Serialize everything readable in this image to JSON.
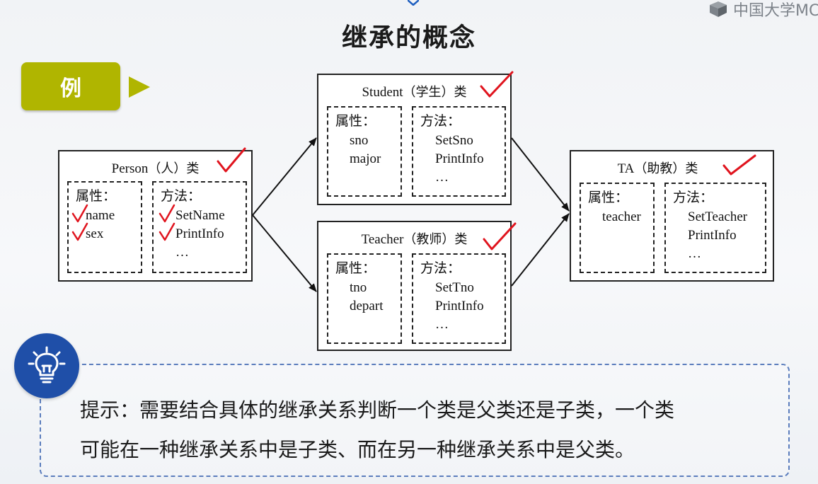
{
  "logo": {
    "text": "中国大学MC"
  },
  "title": "继承的概念",
  "example_label": "例",
  "classes": {
    "person": {
      "name": "Person",
      "zh": "（人）类",
      "attr_head": "属性：",
      "attrs": [
        "name",
        "sex"
      ],
      "method_head": "方法：",
      "methods": [
        "SetName",
        "PrintInfo",
        "…"
      ]
    },
    "student": {
      "name": "Student",
      "zh": "（学生）类",
      "attr_head": "属性：",
      "attrs": [
        "sno",
        "major"
      ],
      "method_head": "方法：",
      "methods": [
        "SetSno",
        "PrintInfo",
        "…"
      ]
    },
    "teacher": {
      "name": "Teacher",
      "zh": "（教师）类",
      "attr_head": "属性：",
      "attrs": [
        "tno",
        "depart"
      ],
      "method_head": "方法：",
      "methods": [
        "SetTno",
        "PrintInfo",
        "…"
      ]
    },
    "ta": {
      "name": "TA",
      "zh": "（助教）类",
      "attr_head": "属性：",
      "attrs": [
        "teacher"
      ],
      "method_head": "方法：",
      "methods": [
        "SetTeacher",
        "PrintInfo",
        "…"
      ]
    }
  },
  "hint": {
    "line1": "提示：需要结合具体的继承关系判断一个类是父类还是子类，一个类",
    "line2": "可能在一种继承关系中是子类、而在另一种继承关系中是父类。"
  },
  "colors": {
    "tag": "#b0b500",
    "check": "#e0141e",
    "bulb": "#1f4fa8",
    "hint_border": "#5b7dbd",
    "top_arrow": "#1f5fc0"
  },
  "icons": [
    "chevron-down-icon",
    "logo-icon",
    "triangle-right-icon",
    "checkmark-icon",
    "lightbulb-icon"
  ]
}
